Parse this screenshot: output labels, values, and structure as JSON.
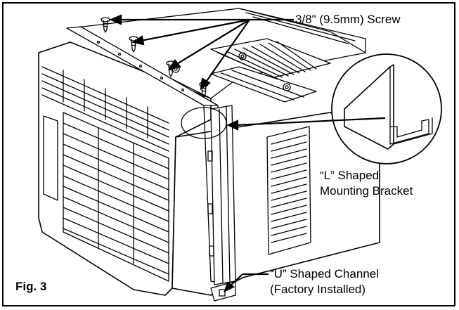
{
  "figure": {
    "id_label": "Fig. 3",
    "labels": {
      "screw": "3/8\" (9.5mm) Screw",
      "bracket_line1": "“L” Shaped",
      "bracket_line2": "Mounting Bracket",
      "channel_line1": "“U” Shaped Channel",
      "channel_line2": "(Factory Installed)"
    }
  },
  "colors": {
    "stroke": "#000000",
    "background": "#ffffff"
  }
}
